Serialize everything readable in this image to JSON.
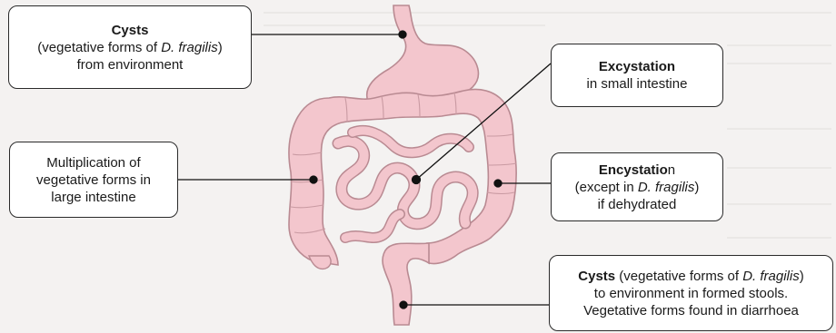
{
  "labels": {
    "cysts_env": {
      "bold": "Cysts",
      "line2_pre": "(vegetative forms of ",
      "line2_italic": "D. fragilis",
      "line2_post": ")",
      "line3": "from environment"
    },
    "excystation": {
      "bold": "Excystation",
      "line2": "in small intestine"
    },
    "multiplication": {
      "line1": "Multiplication of",
      "line2": "vegetative forms in",
      "line3": "large intestine"
    },
    "encystation": {
      "bold": "Encystatio",
      "suffix": "n",
      "line2_pre": "(except in ",
      "line2_italic": "D. fragilis",
      "line2_post": ")",
      "line3": "if dehydrated"
    },
    "cysts_stool": {
      "bold": "Cysts",
      "line1_pre": " (vegetative forms of ",
      "line1_italic": "D. fragilis",
      "line1_post": ")",
      "line2": "to environment in formed stools.",
      "line3": "Vegetative forms found in diarrhoea"
    }
  },
  "colors": {
    "intestine_fill": "#f3c6cd",
    "intestine_outline": "#b98a92",
    "intestine_shadow": "#e2a7b1",
    "connector": "#111111",
    "background": "#f4f2f1"
  }
}
